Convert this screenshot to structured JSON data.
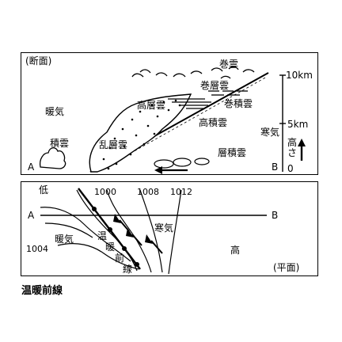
{
  "figure": {
    "caption": "温暖前線"
  },
  "section_view": {
    "label": "(断面)",
    "clouds": {
      "cirrus": "巻雲",
      "cirrostratus": "巻層雲",
      "cirrocumulus": "巻積雲",
      "altostratus": "高層雲",
      "altocumulus": "高積雲",
      "nimbostratus": "乱層雲",
      "stratocumulus": "層積雲",
      "cumulus": "積雲"
    },
    "air": {
      "warm": "暖気",
      "cold": "寒気"
    },
    "points": {
      "a": "A",
      "b": "B"
    },
    "height_axis": {
      "label_chars": [
        "高",
        "さ"
      ],
      "top_label": "10km",
      "mid_label": "5km",
      "bottom_label": "0"
    }
  },
  "plan_view": {
    "label": "(平面)",
    "low": "低",
    "high": "高",
    "warm_air": "暖気",
    "cold_air": "寒気",
    "front_chars": [
      "温",
      "暖",
      "前",
      "線"
    ],
    "points": {
      "a": "A",
      "b": "B"
    },
    "isobars": [
      "1000",
      "1008",
      "1012",
      "1004"
    ]
  }
}
